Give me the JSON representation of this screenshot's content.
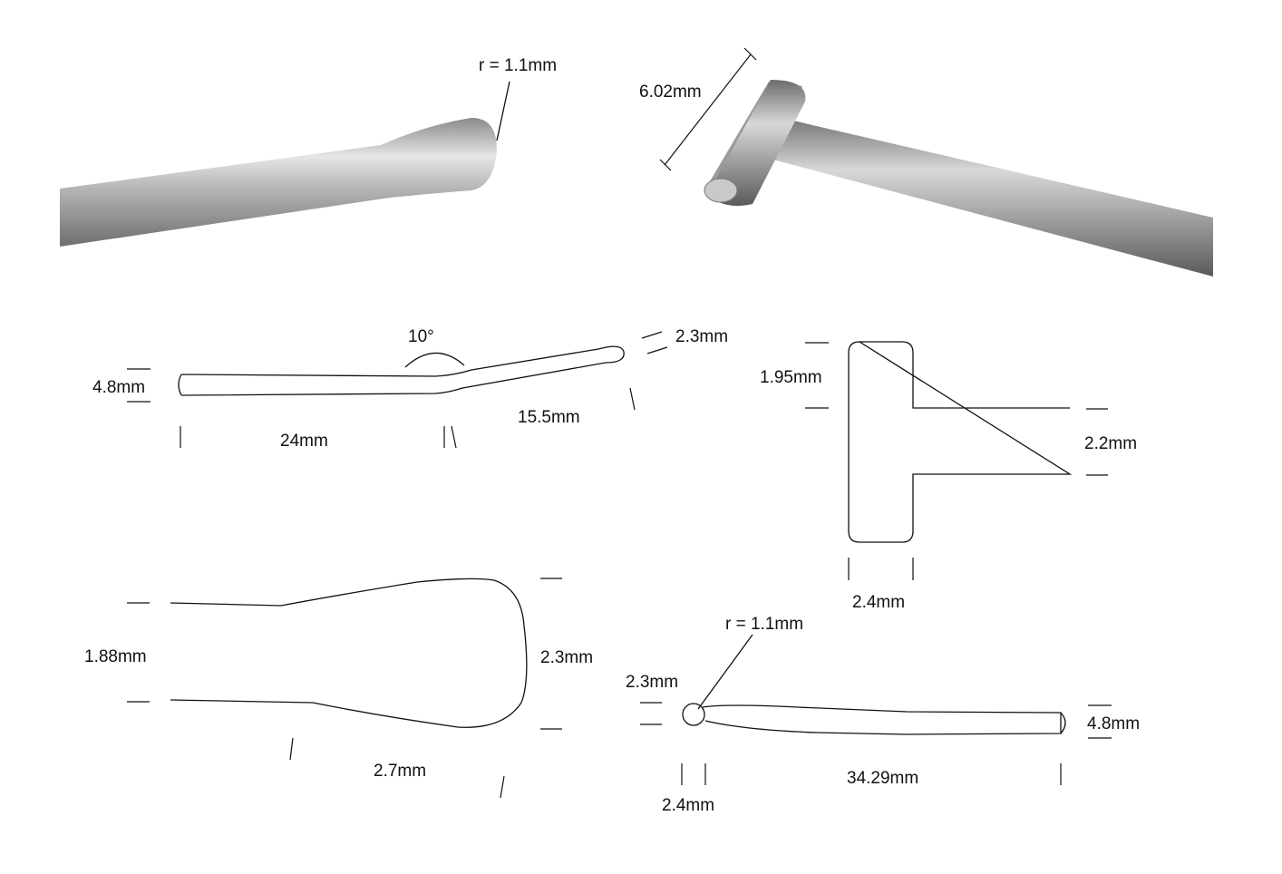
{
  "photo_tip": {
    "radius_label": "r = 1.1mm"
  },
  "photo_t_handle": {
    "length_label": "6.02mm"
  },
  "side_view": {
    "angle_label": "10°",
    "tip_label": "2.3mm",
    "shaft_diameter_label": "4.8mm",
    "straight_length_label": "24mm",
    "bent_length_label": "15.5mm"
  },
  "t_profile": {
    "head_label": "1.95mm",
    "stem_label": "2.2mm",
    "width_label": "2.4mm"
  },
  "tip_detail": {
    "left_label": "1.88mm",
    "right_label": "2.3mm",
    "length_label": "2.7mm"
  },
  "bottom_view": {
    "radius_label": "r = 1.1mm",
    "tip_label": "2.3mm",
    "shaft_label": "4.8mm",
    "tip_width_label": "2.4mm",
    "length_label": "34.29mm"
  }
}
